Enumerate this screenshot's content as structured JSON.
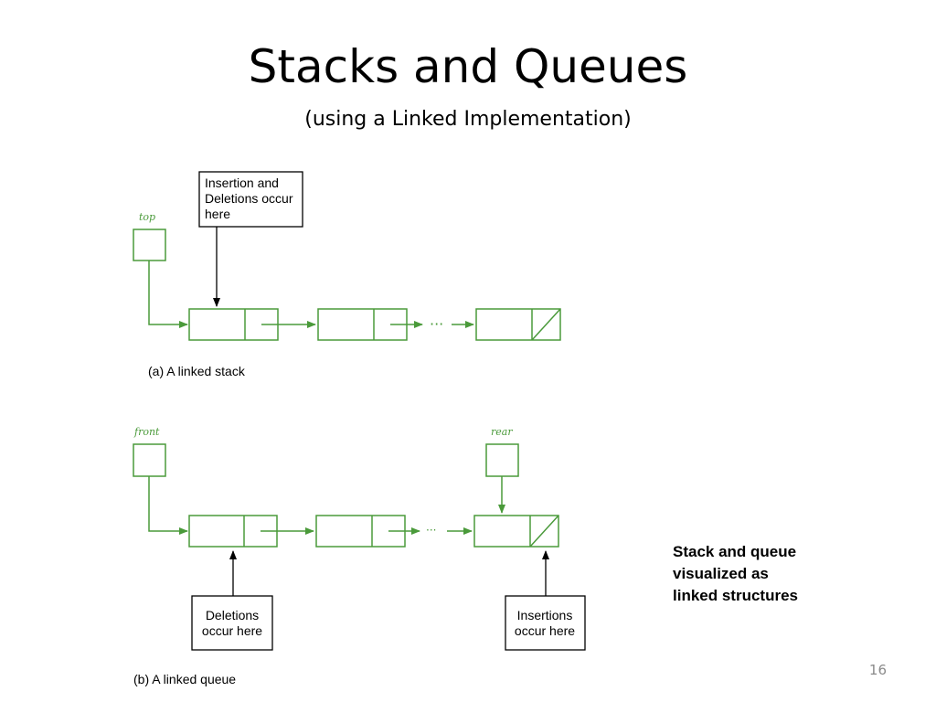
{
  "slide": {
    "title": "Stacks and Queues",
    "subtitle": "(using a Linked Implementation)",
    "page_number": "16"
  },
  "colors": {
    "accent_green": "#4a9a3a",
    "text": "#000000",
    "page_number": "#8a8a8a"
  },
  "stack": {
    "pointer_label": "top",
    "callout_lines": [
      "Insertion and",
      "Deletions occur",
      "here"
    ],
    "ellipsis": "···",
    "caption": "(a) A linked stack"
  },
  "queue": {
    "front_label": "front",
    "rear_label": "rear",
    "ellipsis": "···",
    "deletions_callout_lines": [
      "Deletions",
      "occur here"
    ],
    "insertions_callout_lines": [
      "Insertions",
      "occur here"
    ],
    "caption": "(b) A linked queue"
  },
  "note": {
    "lines": [
      "Stack and queue",
      "visualized as",
      "linked structures"
    ]
  }
}
